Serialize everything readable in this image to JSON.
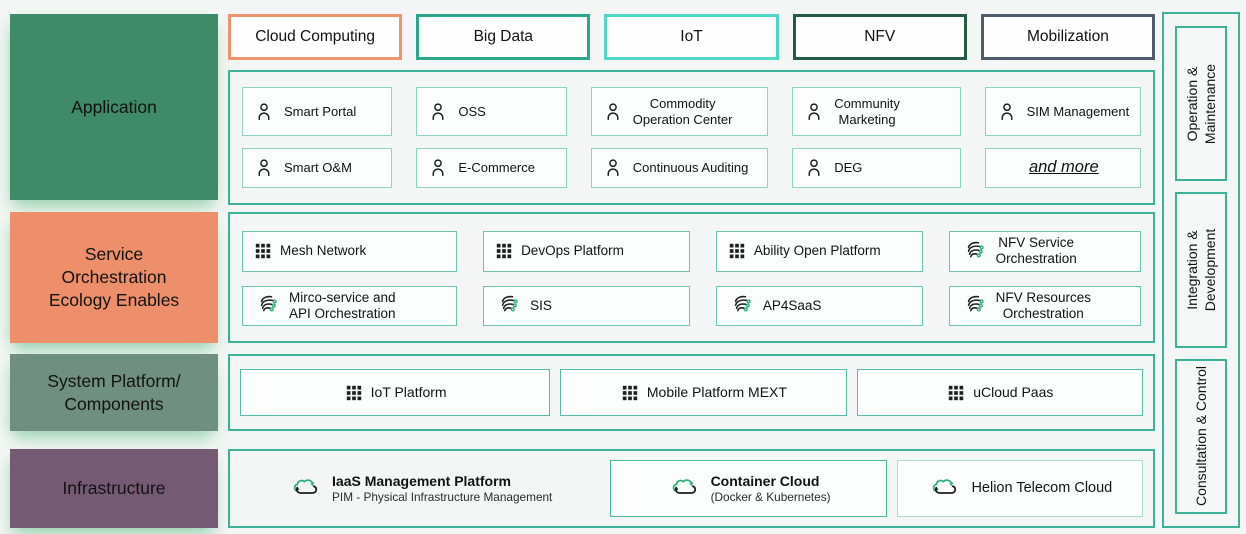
{
  "diagram": {
    "layers": [
      {
        "label": "Application",
        "color": "#3f8a68"
      },
      {
        "label": "Service\nOrchestration\nEcology Enables",
        "color": "#ee8f6b"
      },
      {
        "label": "System Platform/\nComponents",
        "color": "#6f8f80"
      },
      {
        "label": "Infrastructure",
        "color": "#745a73"
      }
    ],
    "top_categories": [
      {
        "label": "Cloud Computing",
        "border_color": "#f0926d"
      },
      {
        "label": "Big Data",
        "border_color": "#2aa78c"
      },
      {
        "label": "IoT",
        "border_color": "#4fd5c5"
      },
      {
        "label": "NFV",
        "border_color": "#235c44"
      },
      {
        "label": "Mobilization",
        "border_color": "#4e5d6b"
      }
    ],
    "application": {
      "items": [
        {
          "icon": "person-icon",
          "label": "Smart Portal"
        },
        {
          "icon": "person-icon",
          "label": "OSS"
        },
        {
          "icon": "person-icon",
          "label": "Commodity\nOperation Center"
        },
        {
          "icon": "person-icon",
          "label": "Community\nMarketing"
        },
        {
          "icon": "person-icon",
          "label": "SIM Management"
        },
        {
          "icon": "person-icon",
          "label": "Smart O&M"
        },
        {
          "icon": "person-icon",
          "label": "E-Commerce"
        },
        {
          "icon": "person-icon",
          "label": "Continuous Auditing"
        },
        {
          "icon": "person-icon",
          "label": "DEG"
        },
        {
          "icon": "none",
          "label": "and more"
        }
      ]
    },
    "services": {
      "items": [
        {
          "icon": "grid-icon",
          "label": "Mesh Network"
        },
        {
          "icon": "grid-icon",
          "label": "DevOps Platform"
        },
        {
          "icon": "grid-icon",
          "label": "Ability Open Platform"
        },
        {
          "icon": "flow-icon",
          "label": "NFV Service\nOrchestration"
        },
        {
          "icon": "flow-icon",
          "label": "Mirco-service and\nAPI Orchestration"
        },
        {
          "icon": "flow-icon",
          "label": "SIS"
        },
        {
          "icon": "flow-icon",
          "label": "AP4SaaS"
        },
        {
          "icon": "flow-icon",
          "label": "NFV Resources\nOrchestration"
        }
      ]
    },
    "system": {
      "items": [
        {
          "icon": "grid-icon",
          "label": "IoT Platform"
        },
        {
          "icon": "grid-icon",
          "label": "Mobile Platform MEXT"
        },
        {
          "icon": "grid-icon",
          "label": "uCloud Paas"
        }
      ]
    },
    "infrastructure": {
      "items": [
        {
          "icon": "cloud-sync-icon",
          "title": "IaaS Management Platform",
          "subtitle": "PIM - Physical Infrastructure Management"
        },
        {
          "icon": "cloud-sync-icon",
          "title": "Container Cloud",
          "subtitle": "(Docker & Kubernetes)"
        },
        {
          "icon": "cloud-sync-icon",
          "title": "Helion Telecom Cloud",
          "subtitle": ""
        }
      ]
    },
    "right_rail": {
      "items": [
        {
          "label": "Operation &\nMaintenance"
        },
        {
          "label": "Integration &\nDevelopment"
        },
        {
          "label": "Consultation & Control"
        }
      ]
    },
    "accent_colors": {
      "panel_border": "#3cb098",
      "item_border_light": "#8ed2c0",
      "item_border_mid": "#6cc4b0",
      "icon_green": "#2fae78",
      "icon_dark": "#1e1e1e",
      "background": "#f3f6f4"
    }
  }
}
